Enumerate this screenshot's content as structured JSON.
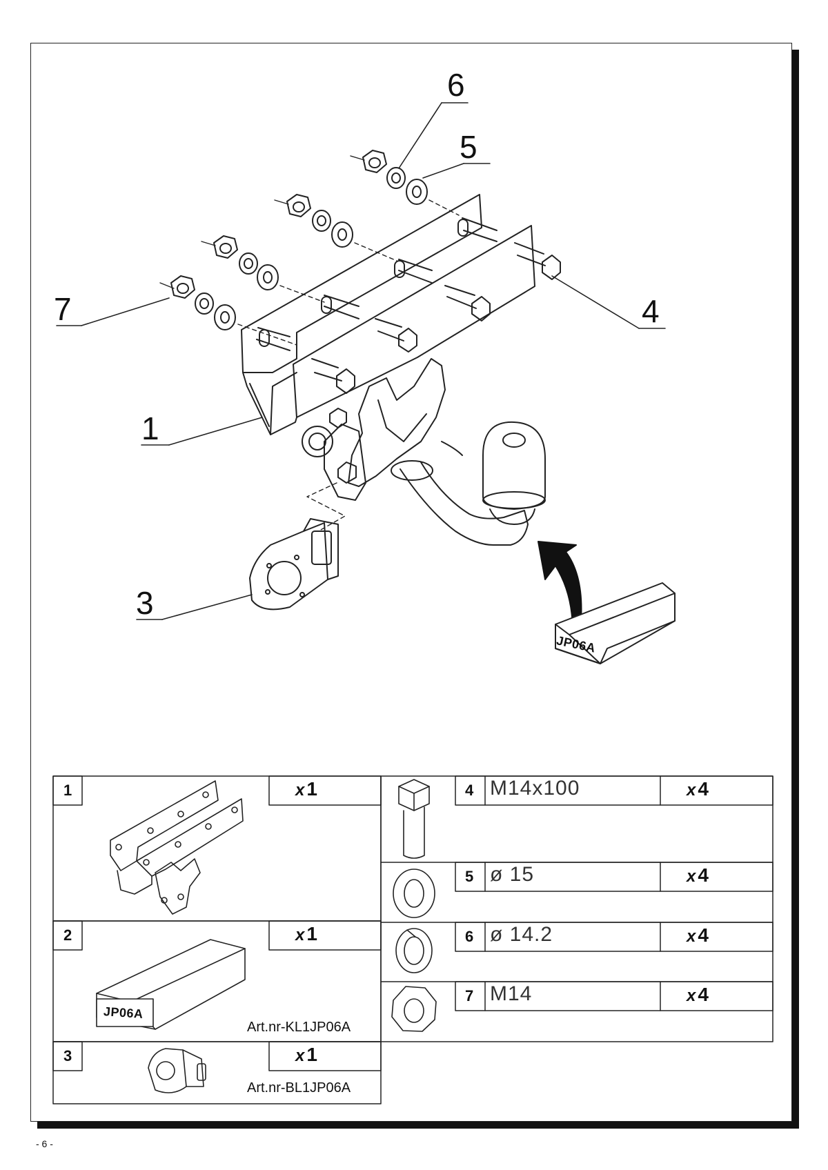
{
  "page": {
    "number": "- 6 -"
  },
  "callouts": [
    "1",
    "3",
    "4",
    "5",
    "6",
    "7"
  ],
  "kit_box_label": "JP06A",
  "parts_table": {
    "rows": [
      {
        "num": "1",
        "qty_prefix": "x",
        "qty": "1",
        "spec": "",
        "art_nr": ""
      },
      {
        "num": "2",
        "qty_prefix": "x",
        "qty": "1",
        "spec": "",
        "art_nr": "Art.nr-KL1JP06A",
        "box_label": "JP06A"
      },
      {
        "num": "3",
        "qty_prefix": "x",
        "qty": "1",
        "spec": "",
        "art_nr": "Art.nr-BL1JP06A"
      },
      {
        "num": "4",
        "qty_prefix": "x",
        "qty": "4",
        "spec": "M14x100",
        "art_nr": ""
      },
      {
        "num": "5",
        "qty_prefix": "x",
        "qty": "4",
        "spec": "ø 15",
        "art_nr": ""
      },
      {
        "num": "6",
        "qty_prefix": "x",
        "qty": "4",
        "spec": "ø 14.2",
        "art_nr": ""
      },
      {
        "num": "7",
        "qty_prefix": "x",
        "qty": "4",
        "spec": "M14",
        "art_nr": ""
      }
    ]
  },
  "icons": [
    "tow-bar-bracket-icon",
    "bolt-icon",
    "washer-icon",
    "spring-washer-icon",
    "hex-nut-icon",
    "socket-plate-icon",
    "box-icon",
    "curved-arrow-icon",
    "tow-ball-icon"
  ]
}
